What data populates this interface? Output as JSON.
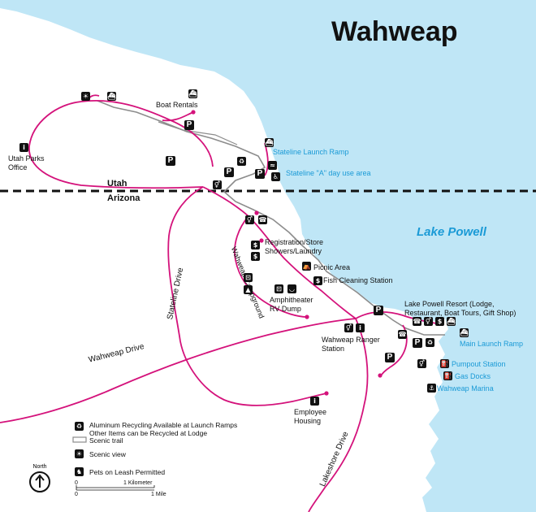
{
  "title": "Wahweap",
  "lake": "Lake Powell",
  "states": {
    "north": "Utah",
    "south": "Arizona"
  },
  "places": {
    "boat_rentals": "Boat Rentals",
    "utah_parks_office": "Utah Parks\nOffice",
    "stateline_launch_ramp": "Stateline Launch Ramp",
    "stateline_a": "Stateline \"A\" day use area",
    "registration": "Registration/Store\nShowers/Laundry",
    "picnic_area": "Picnic Area",
    "fish_cleaning": "Fish Cleaning Station",
    "amphitheater": "Amphitheater\nRV Dump",
    "lake_powell_resort": "Lake Powell Resort (Lodge,\nRestaurant, Boat Tours, Gift Shop)",
    "ranger_station": "Wahweap Ranger\nStation",
    "main_launch_ramp": "Main Launch Ramp",
    "pumpout_station": "Pumpout Station",
    "gas_docks": "Gas Docks",
    "wahweap_marina": "Wahweap Marina",
    "employee_housing": "Employee\nHousing"
  },
  "roads": {
    "stateline_drive": "Stateline Drive",
    "wahweap_campground": "Wahweap Campground",
    "wahweap_drive": "Wahweap Drive",
    "lakeshore_drive": "Lakeshore Drive"
  },
  "legend": {
    "recycling": "Aluminum Recycling Available at Launch Ramps\nOther Items can be Recycled at Lodge",
    "scenic_trail": "Scenic trail",
    "scenic_view": "Scenic view",
    "pets": "Pets on Leash Permitted",
    "north": "North",
    "scale_km_0": "0",
    "scale_km_1": "1 Kilometer",
    "scale_mi_0": "0",
    "scale_mi_1": "1 Mile"
  },
  "icons": {
    "parking": "P",
    "recycling": "♻",
    "scenic_view": "☀",
    "pets": "♞",
    "launch_ramp": "⛴",
    "restrooms": "⚥",
    "phone": "☎",
    "picnic": "⛺",
    "store": "$",
    "fuel": "⛽",
    "marina": "⚓",
    "ranger": "i",
    "swim": "≈",
    "accessible": "♿",
    "rv": "⊡",
    "campground": "▲",
    "amphitheater": "◡"
  },
  "colors": {
    "water": "#bfe6f6",
    "road": "#d4127b",
    "trail": "#8c8c8c",
    "label_blue": "#1a9ad6"
  }
}
